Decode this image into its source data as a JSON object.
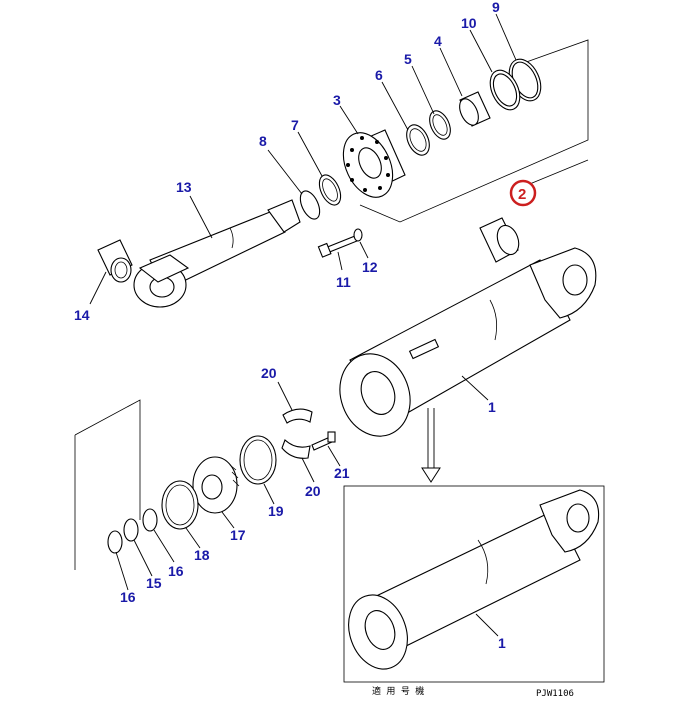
{
  "diagram": {
    "labels": {
      "p1": "1",
      "p1b": "1",
      "p2": "2",
      "p3": "3",
      "p4": "4",
      "p5": "5",
      "p6": "6",
      "p7": "7",
      "p8": "8",
      "p9": "9",
      "p10": "10",
      "p11": "11",
      "p12": "12",
      "p13": "13",
      "p14": "14",
      "p15": "15",
      "p16a": "16",
      "p16b": "16",
      "p17": "17",
      "p18": "18",
      "p19": "19",
      "p20a": "20",
      "p20b": "20",
      "p21": "21"
    },
    "footer_note": "適 用 号 機",
    "drawing_code": "PJW1106",
    "colors": {
      "label": "#1a1aa8",
      "highlight": "#cc1f1f"
    }
  }
}
